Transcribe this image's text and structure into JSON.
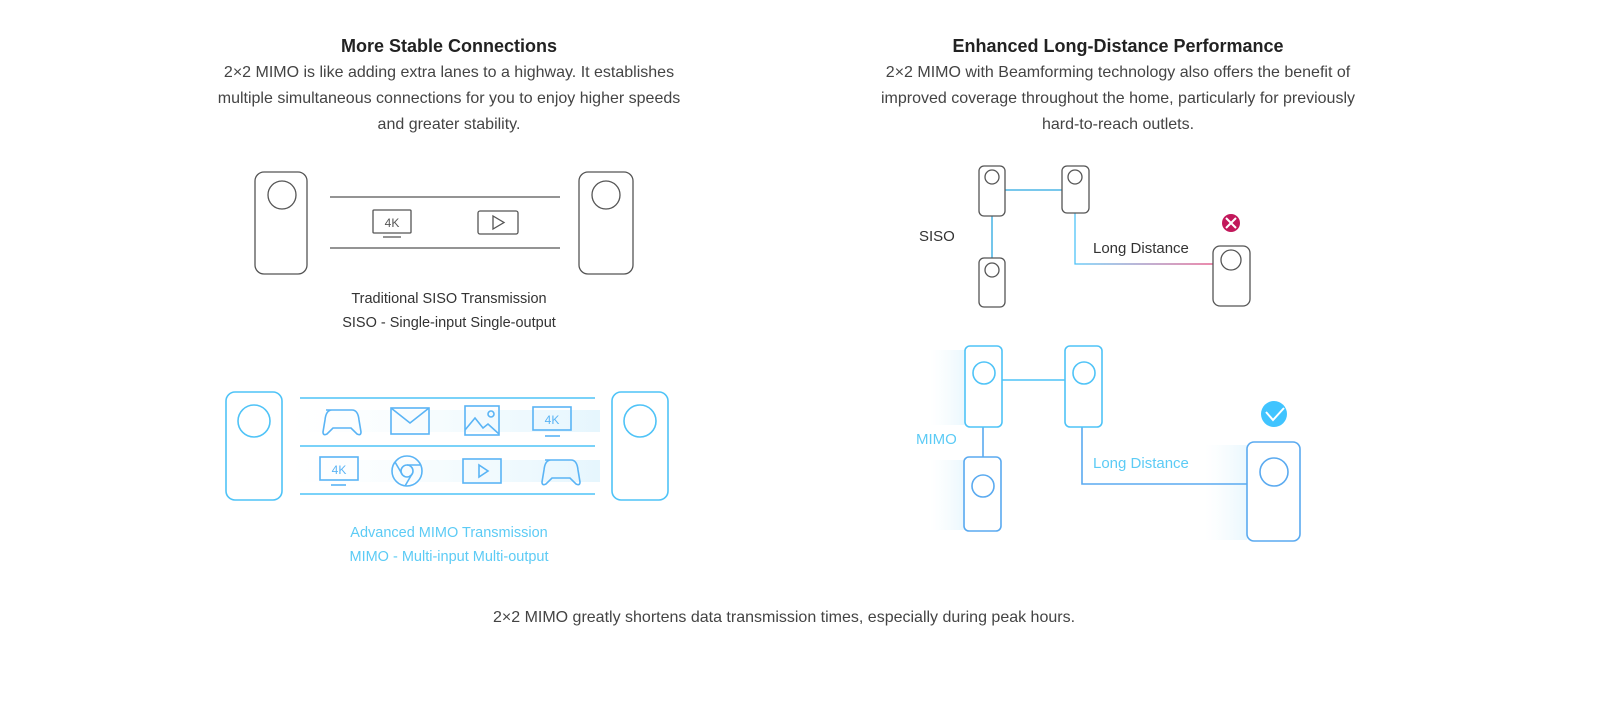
{
  "left": {
    "title": "More Stable Connections",
    "body": [
      "2×2 MIMO is like adding extra lanes to a highway. It establishes",
      "multiple simultaneous connections for you to enjoy higher speeds",
      "and greater stability."
    ],
    "siso_caption": [
      "Traditional SISO Transmission",
      "SISO - Single-input Single-output"
    ],
    "mimo_caption": [
      "Advanced MIMO Transmission",
      "MIMO - Multi-input Multi-output"
    ],
    "icon_text": "4K"
  },
  "right": {
    "title": "Enhanced Long-Distance Performance",
    "body": [
      "2×2 MIMO with Beamforming technology also offers the benefit of",
      "improved coverage throughout the home, particularly for previously",
      "hard-to-reach outlets."
    ],
    "siso_label": "SISO",
    "mimo_label": "MIMO",
    "long_distance": "Long Distance"
  },
  "footer": "2×2 MIMO greatly shortens data transmission times, especially during peak hours.",
  "colors": {
    "blue": "#4fc3f7",
    "mimo_device": "#5aaaf0",
    "fail": "#c2185b",
    "gray": "#555555"
  }
}
